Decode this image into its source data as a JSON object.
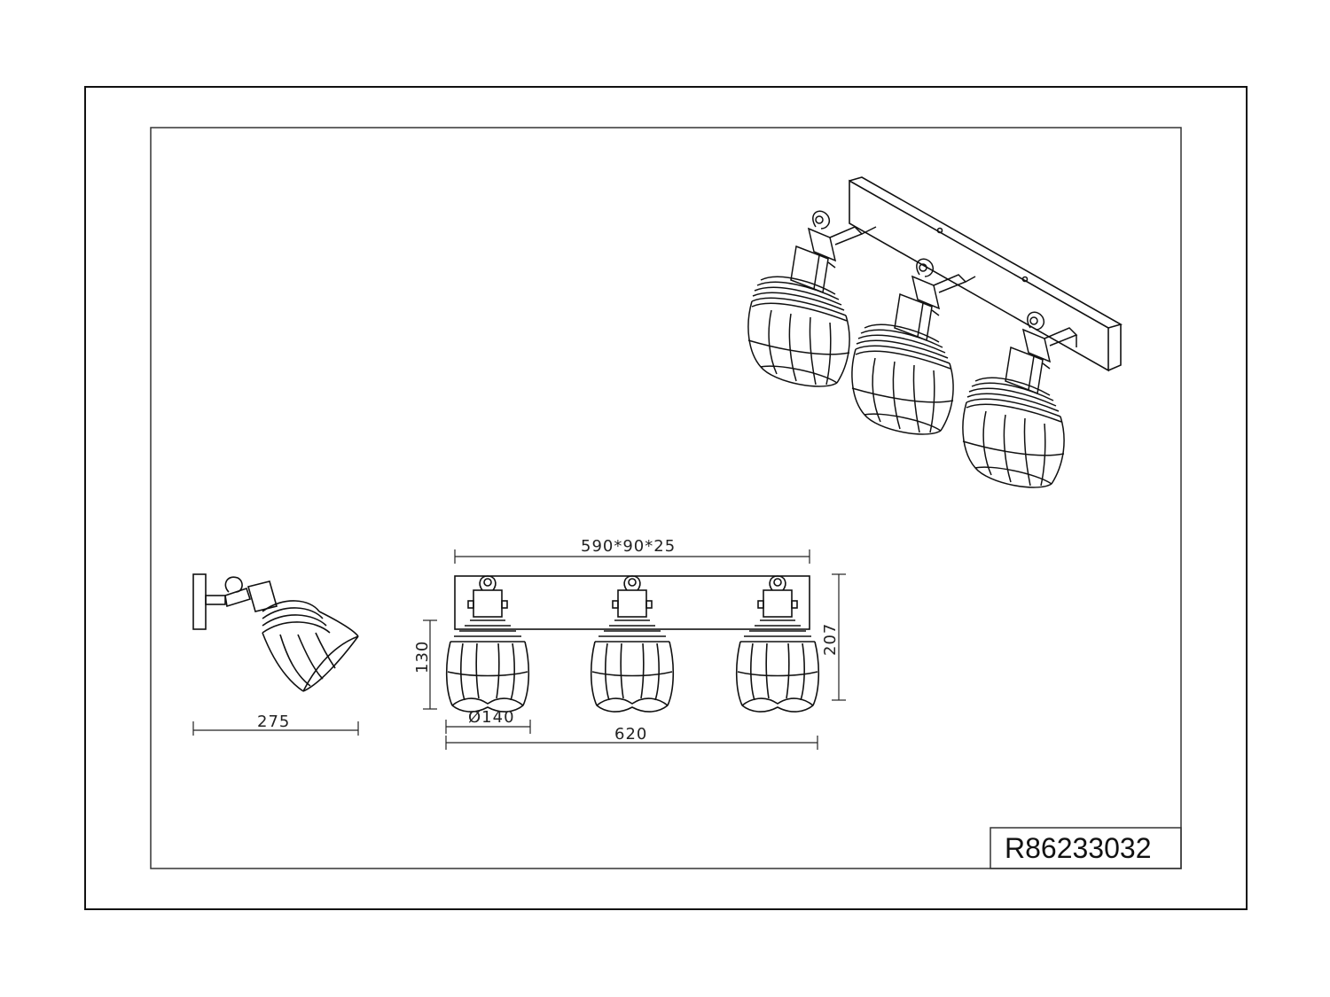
{
  "drawing": {
    "product_code": "R86233032",
    "dimensions": {
      "base_plate": "590*90*25",
      "total_width": "620",
      "depth": "275",
      "height_total": "207",
      "height_shade": "130",
      "shade_diameter": "Ø140"
    }
  }
}
